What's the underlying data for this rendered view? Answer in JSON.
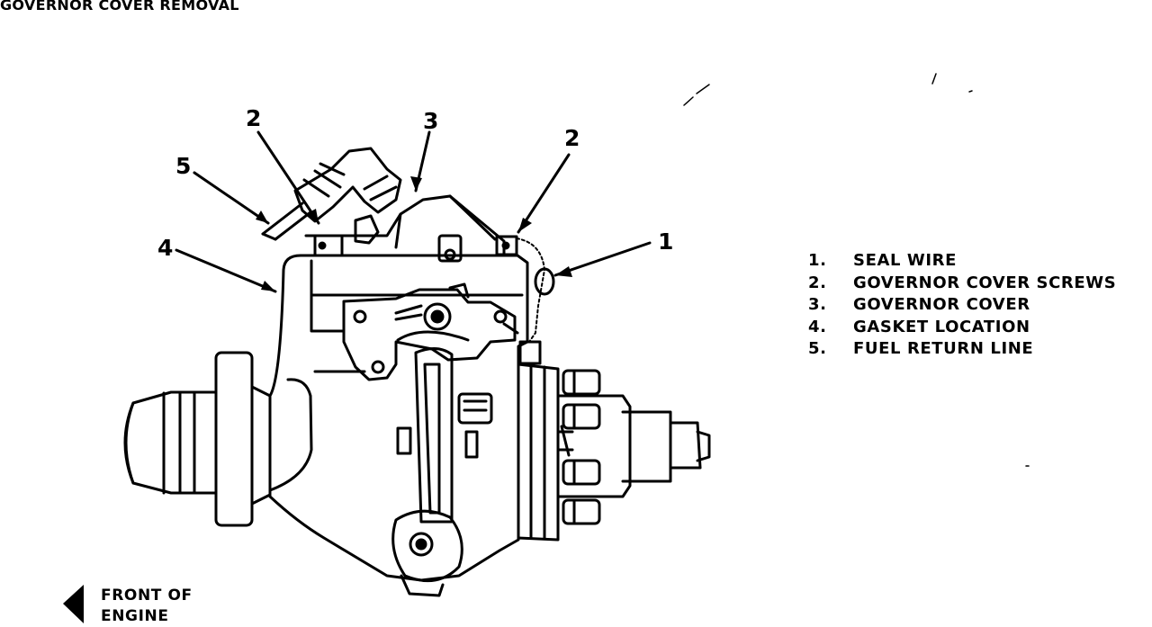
{
  "title": "GOVERNOR COVER REMOVAL",
  "callouts": [
    {
      "number": "1",
      "key": "seal-wire"
    },
    {
      "number": "2",
      "key": "governor-cover-screws-left"
    },
    {
      "number": "2",
      "key": "governor-cover-screws-right"
    },
    {
      "number": "3",
      "key": "governor-cover"
    },
    {
      "number": "4",
      "key": "gasket-location"
    },
    {
      "number": "5",
      "key": "fuel-return-line"
    }
  ],
  "legend": [
    {
      "num": "1.",
      "label": "SEAL WIRE"
    },
    {
      "num": "2.",
      "label": "GOVERNOR COVER SCREWS"
    },
    {
      "num": "3.",
      "label": "GOVERNOR COVER"
    },
    {
      "num": "4.",
      "label": "GASKET LOCATION"
    },
    {
      "num": "5.",
      "label": "FUEL RETURN LINE"
    }
  ],
  "front_indicator": {
    "line1": "FRONT OF",
    "line2": "ENGINE",
    "icon": "arrow-left-icon"
  }
}
